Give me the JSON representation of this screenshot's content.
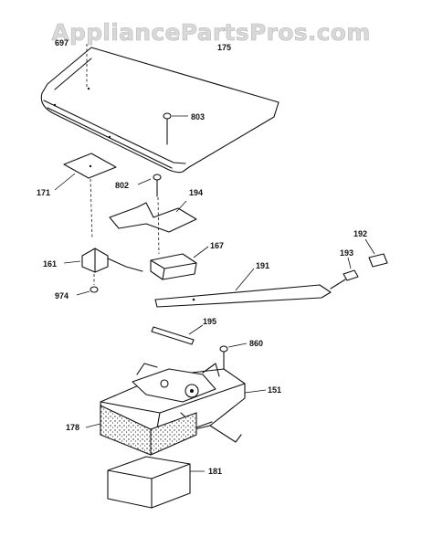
{
  "watermark": "AppliancePartsPros.com",
  "callouts": {
    "p697": "697",
    "p175": "175",
    "p803": "803",
    "p171": "171",
    "p802": "802",
    "p194": "194",
    "p161": "161",
    "p167": "167",
    "p191": "191",
    "p193": "193",
    "p192": "192",
    "p974": "974",
    "p195": "195",
    "p860": "860",
    "p151": "151",
    "p178": "178",
    "p181": "181"
  }
}
